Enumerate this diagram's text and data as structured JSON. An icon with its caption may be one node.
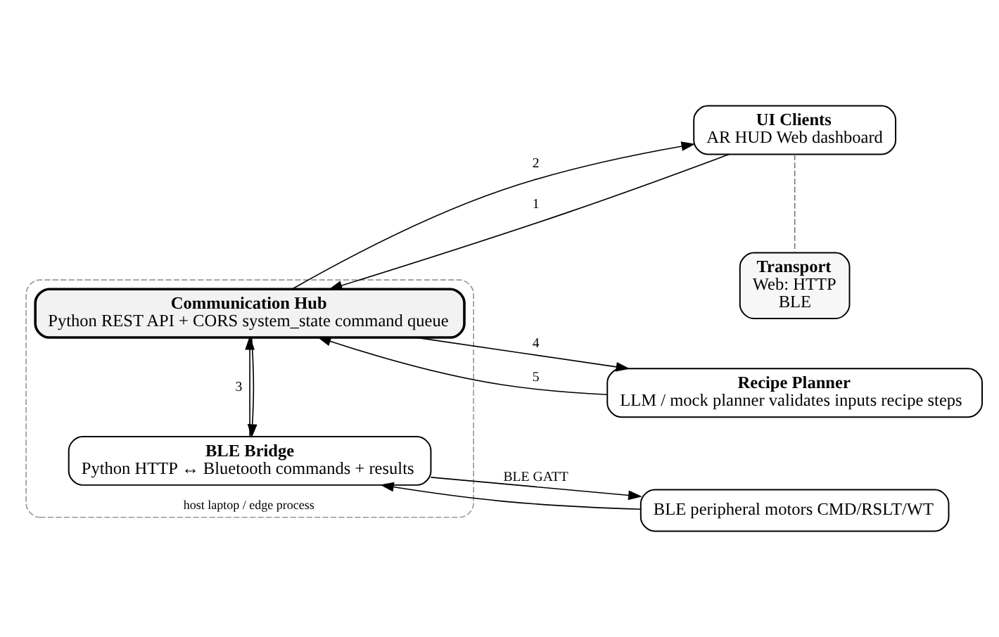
{
  "diagram": {
    "nodes": [
      {
        "text": [
          "host laptop / edge process"
        ]
      },
      {
        "text": [
          "UI Clients",
          "AR HUD Web dashboard"
        ]
      },
      {
        "text": [
          "Communication Hub",
          "Python REST API + CORS system_state command queue"
        ],
        "in": 0
      },
      {
        "text": [
          "Recipe Planner",
          "LLM / mock planner validates inputs recipe steps"
        ]
      },
      {
        "text": [
          "Transport",
          "Web: HTTP",
          "BLE"
        ]
      },
      {
        "text": [
          "BLE Bridge",
          "Python HTTP ↔ Bluetooth commands + results"
        ],
        "in": 0
      },
      {
        "text": [
          "BLE peripheral motors CMD/RSLT/WT"
        ]
      }
    ],
    "edges": [
      {
        "from": 1,
        "to": 2,
        "arrow": "to",
        "label": "1"
      },
      {
        "from": 2,
        "to": 1,
        "arrow": "to",
        "label": "2"
      },
      {
        "from": 2,
        "to": 3,
        "arrow": "to",
        "label": "4"
      },
      {
        "from": 3,
        "to": 2,
        "arrow": "to",
        "label": "5"
      },
      {
        "from": 2,
        "to": 5,
        "arrow": "to"
      },
      {
        "from": 5,
        "to": 2,
        "arrow": "to",
        "label": "3"
      },
      {
        "from": 1,
        "to": 4,
        "arrow": "none",
        "style": "dashed",
        "color": "#777777"
      },
      {
        "from": 5,
        "to": 6,
        "arrow": "to",
        "label": "BLE GATT"
      },
      {
        "from": 6,
        "to": 5,
        "arrow": "to"
      }
    ]
  }
}
